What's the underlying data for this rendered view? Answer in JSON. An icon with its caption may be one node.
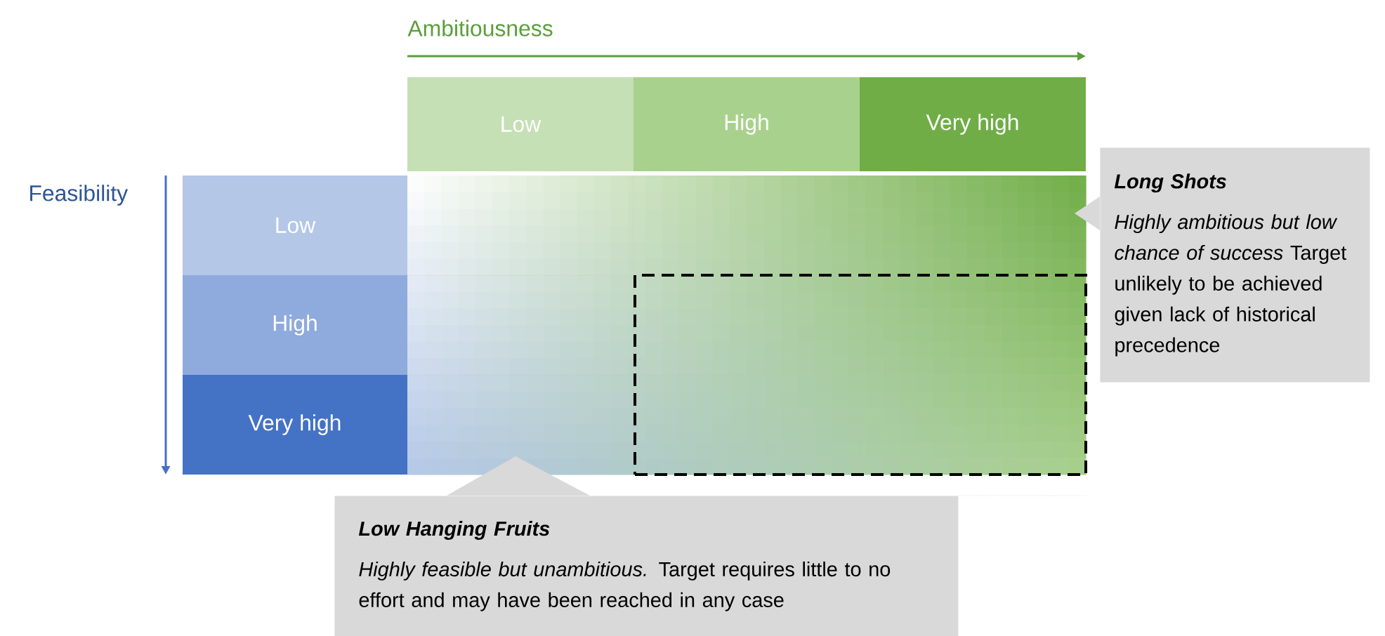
{
  "diagram": {
    "nodes": [
      {
        "text": [
          "Low"
        ]
      },
      {
        "text": [
          "High"
        ]
      },
      {
        "text": [
          "Very high"
        ]
      },
      {
        "text": [
          "Low"
        ]
      },
      {
        "text": [
          "High"
        ]
      },
      {
        "text": [
          "Very high"
        ]
      },
      {
        "text": [],
        "shape": "box"
      },
      {
        "text": [
          "Long Shots",
          "*Highly ambitious but low chance of success* Target unlikely to be achieved given lack of historical precedence"
        ]
      },
      {
        "text": [
          "Low Hanging Fruits",
          "*Highly feasible but unambitious.* Target requires little to no effort and may have been reached in any case"
        ]
      }
    ],
    "labels": [
      "Ambitiousness",
      "Feasibility"
    ]
  }
}
